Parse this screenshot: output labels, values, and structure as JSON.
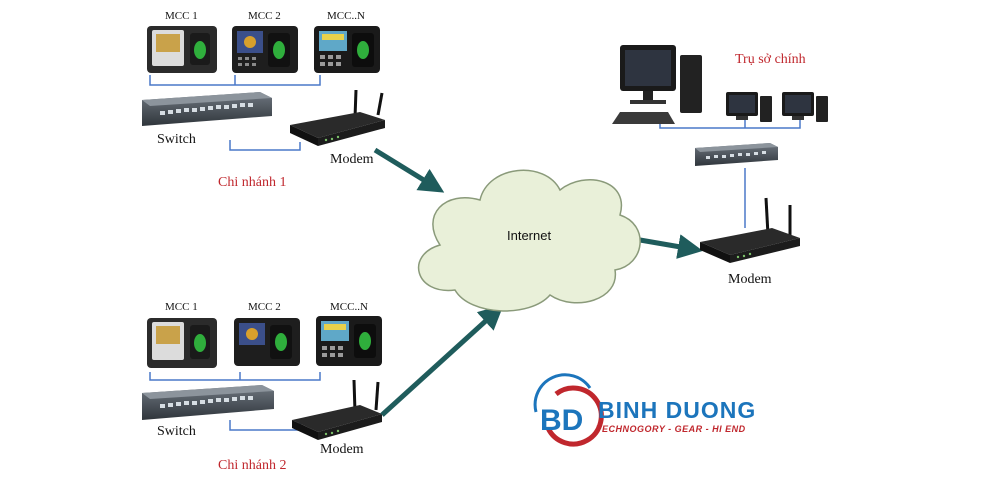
{
  "branch1": {
    "devices": [
      "MCC 1",
      "MCC 2",
      "MCC..N"
    ],
    "switch_label": "Switch",
    "modem_label": "Modem",
    "branch_label": "Chi nhánh 1"
  },
  "branch2": {
    "devices": [
      "MCC 1",
      "MCC 2",
      "MCC..N"
    ],
    "switch_label": "Switch",
    "modem_label": "Modem",
    "branch_label": "Chi nhánh 2"
  },
  "cloud_label": "Internet",
  "headquarters": {
    "label": "Trụ sở chính",
    "modem_label": "Modem"
  },
  "logo": {
    "name": "BINH DUONG",
    "tagline": "TECHNOGORY - GEAR - HI END",
    "monogram": "BD"
  },
  "colors": {
    "branch_text": "#c0272d",
    "arrow": "#1f5c5c",
    "cloud_fill": "#e9f0d9",
    "link_line": "#4a78c8",
    "logo_blue": "#1c75bc",
    "logo_red": "#c0272d"
  }
}
